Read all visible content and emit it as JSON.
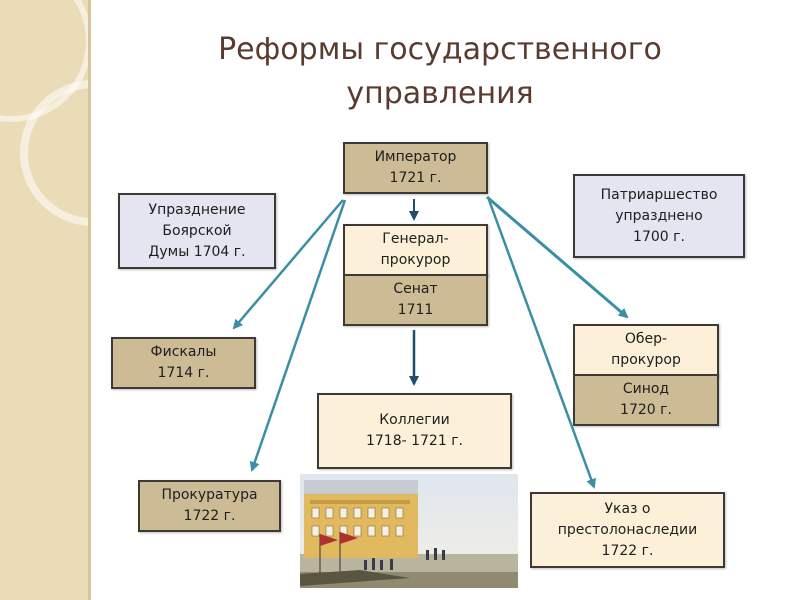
{
  "slide": {
    "title_line1": "Реформы государственного",
    "title_line2": "управления"
  },
  "boxes": {
    "emperor": {
      "line1": "Император",
      "line2": "1721 г."
    },
    "general_prokuror": {
      "line1": "Генерал-",
      "line2": "прокурор"
    },
    "senat": {
      "line1": "Сенат",
      "line2": "1711"
    },
    "kollegii": {
      "line1": "Коллегии",
      "line2": "1718- 1721 г."
    },
    "boyar_duma": {
      "line1": "Упразднение",
      "line2": "Боярской",
      "line3": "Думы 1704 г."
    },
    "patriarchate": {
      "line1": "Патриаршество",
      "line2": "упразднено",
      "line3": "1700 г."
    },
    "fiskaly": {
      "line1": "Фискалы",
      "line2": "1714 г."
    },
    "ober_prokuror": {
      "line1": "Обер-",
      "line2": "прокурор"
    },
    "sinod": {
      "line1": "Синод",
      "line2": "1720 г."
    },
    "prokuratura": {
      "line1": "Прокуратура",
      "line2": "1722 г."
    },
    "ukaz": {
      "line1": "Указ о",
      "line2": "престолонаследии",
      "line3": "1722 г."
    }
  },
  "colors": {
    "box_tan": "#cdbb95",
    "box_blue": "#e4e5f1",
    "box_cream": "#fcf1d8",
    "arrow_teal": "#3a8fa4",
    "arrow_dark": "#1f4e6b",
    "title": "#5a3b2e"
  }
}
